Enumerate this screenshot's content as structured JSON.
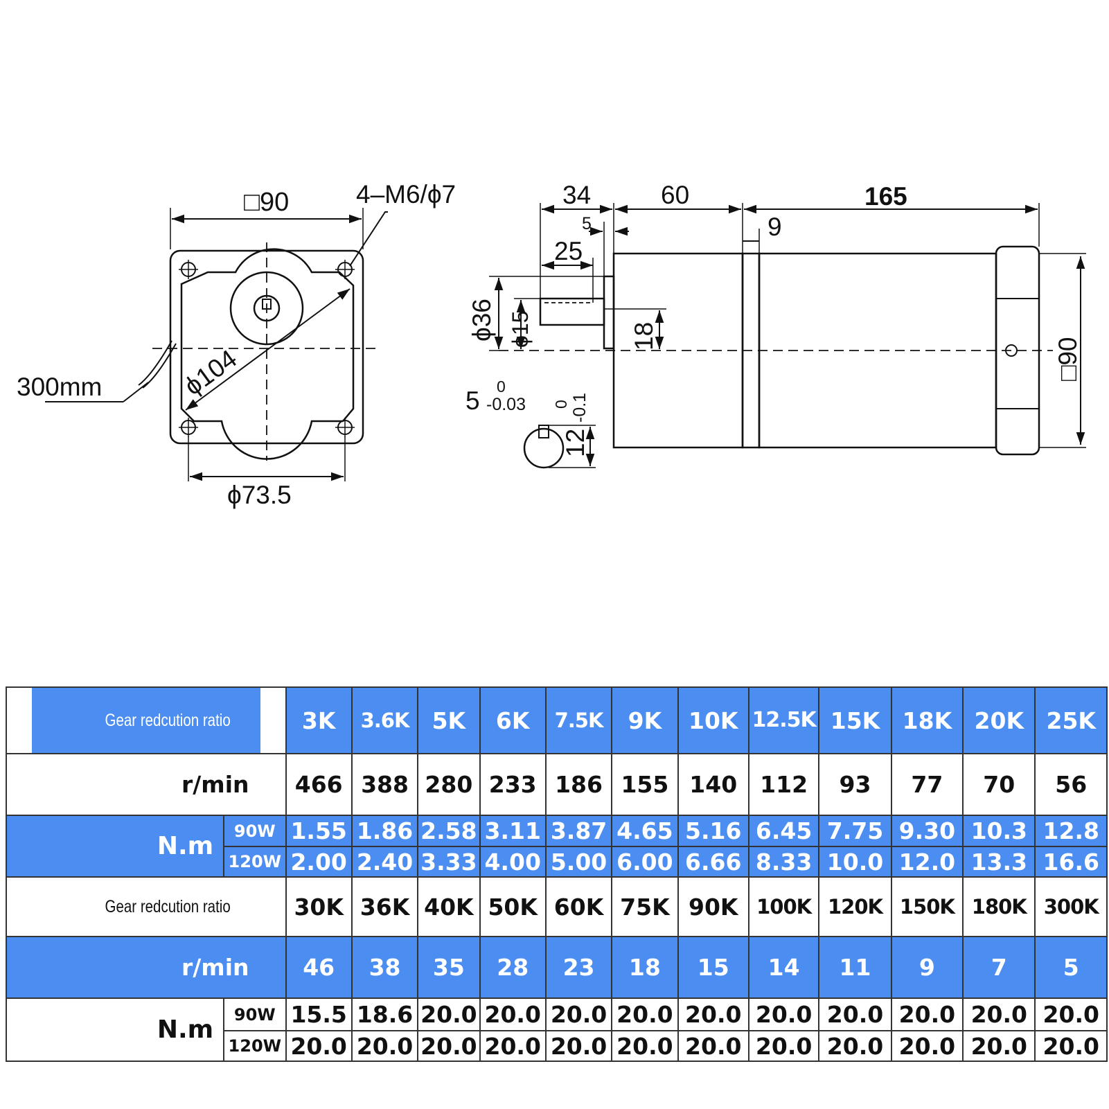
{
  "dimensions": {
    "front_view": {
      "flange_square": "□90",
      "mount_holes": "4–M6/ϕ7",
      "diagonal": "ϕ104",
      "lead_length": "300mm",
      "pilot_diameter": "ϕ73.5"
    },
    "side_view": {
      "shaft_length": "34",
      "gearbox_length": "60",
      "motor_length": "165",
      "shoulder": "5",
      "key_length": "25",
      "flange_thickness": "9",
      "boss_diameter": "ϕ36",
      "shaft_diameter": "ϕ15",
      "key_offset": "18",
      "body_square": "□90"
    },
    "key_section": {
      "key_width": "5",
      "key_width_tol_upper": "0",
      "key_width_tol_lower": "-0.03",
      "key_height": "12",
      "key_height_tol_upper": "0",
      "key_height_tol_lower": "-0.1"
    }
  },
  "table": {
    "rows": [
      {
        "style": "blue",
        "label": "Gear redcution ratio",
        "label_kind": "ratio",
        "values": [
          "3K",
          "3.6K",
          "5K",
          "6K",
          "7.5K",
          "9K",
          "10K",
          "12.5K",
          "15K",
          "18K",
          "20K",
          "25K"
        ]
      },
      {
        "style": "white",
        "label": "r/min",
        "label_kind": "rpm",
        "values": [
          "466",
          "388",
          "280",
          "233",
          "186",
          "155",
          "140",
          "112",
          "93",
          "77",
          "70",
          "56"
        ]
      },
      {
        "style": "blue",
        "label": "N.m",
        "label_kind": "nm",
        "watt": "90W",
        "values": [
          "1.55",
          "1.86",
          "2.58",
          "3.11",
          "3.87",
          "4.65",
          "5.16",
          "6.45",
          "7.75",
          "9.30",
          "10.3",
          "12.8"
        ]
      },
      {
        "style": "blue",
        "label": "",
        "label_kind": "nm-cont",
        "watt": "120W",
        "values": [
          "2.00",
          "2.40",
          "3.33",
          "4.00",
          "5.00",
          "6.00",
          "6.66",
          "8.33",
          "10.0",
          "12.0",
          "13.3",
          "16.6"
        ]
      },
      {
        "style": "white",
        "label": "Gear redcution ratio",
        "label_kind": "ratio",
        "values": [
          "30K",
          "36K",
          "40K",
          "50K",
          "60K",
          "75K",
          "90K",
          "100K",
          "120K",
          "150K",
          "180K",
          "300K"
        ]
      },
      {
        "style": "blue",
        "label": "r/min",
        "label_kind": "rpm",
        "values": [
          "46",
          "38",
          "35",
          "28",
          "23",
          "18",
          "15",
          "14",
          "11",
          "9",
          "7",
          "5"
        ]
      },
      {
        "style": "white",
        "label": "N.m",
        "label_kind": "nm",
        "watt": "90W",
        "values": [
          "15.5",
          "18.6",
          "20.0",
          "20.0",
          "20.0",
          "20.0",
          "20.0",
          "20.0",
          "20.0",
          "20.0",
          "20.0",
          "20.0"
        ]
      },
      {
        "style": "white",
        "label": "",
        "label_kind": "nm-cont",
        "watt": "120W",
        "values": [
          "20.0",
          "20.0",
          "20.0",
          "20.0",
          "20.0",
          "20.0",
          "20.0",
          "20.0",
          "20.0",
          "20.0",
          "20.0",
          "20.0"
        ]
      }
    ]
  }
}
